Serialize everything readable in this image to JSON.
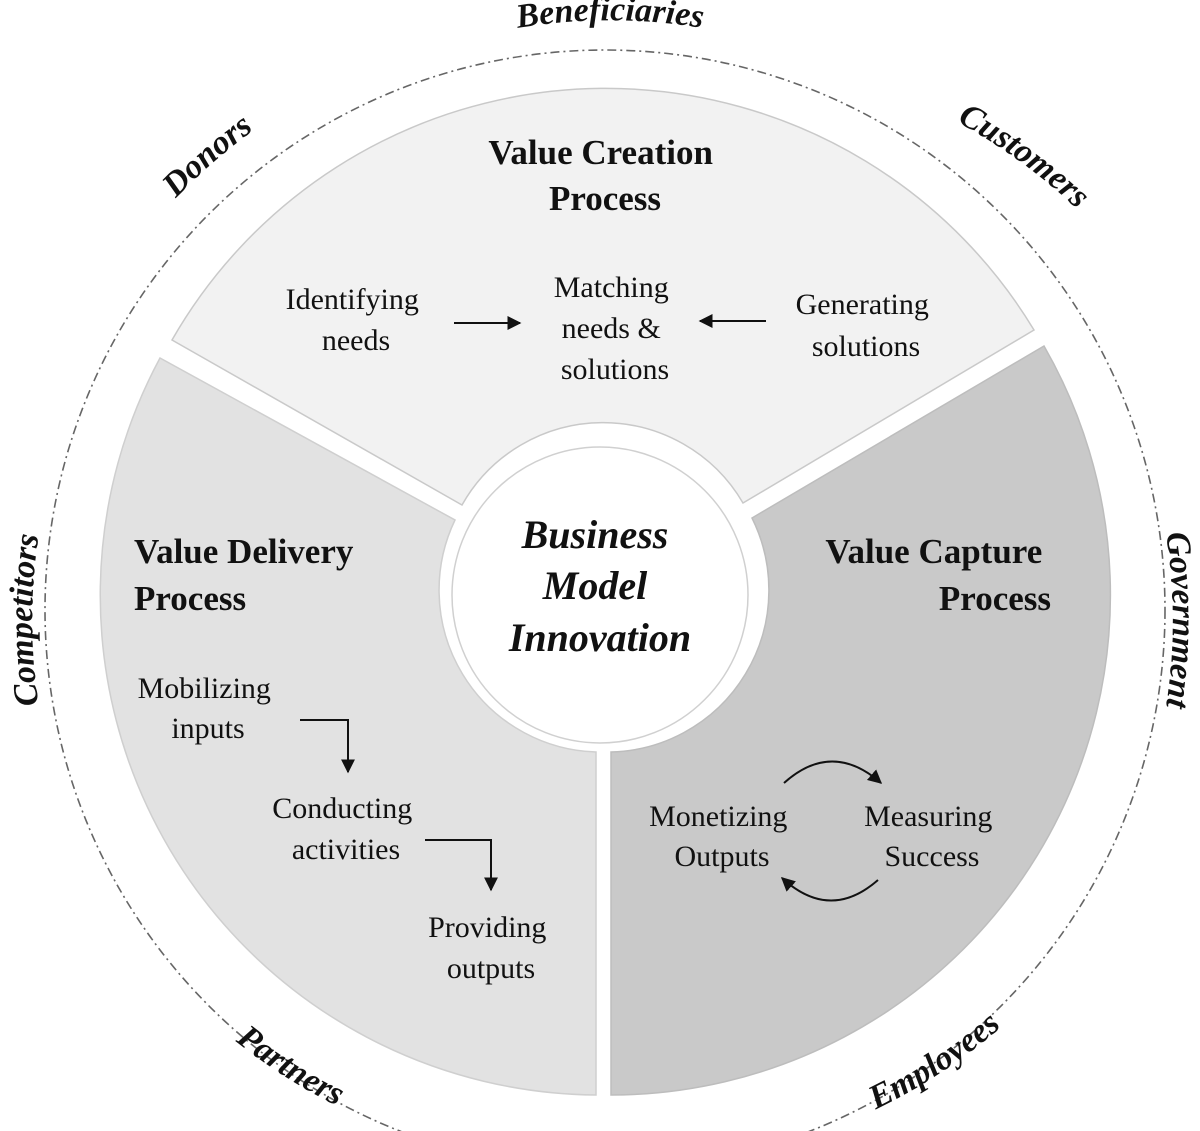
{
  "center": {
    "lines": [
      "Business",
      "Model",
      "Innovation"
    ]
  },
  "stakeholders": {
    "beneficiaries": "Beneficiaries",
    "customers": "Customers",
    "government": "Government",
    "employees": "Employees",
    "partners": "Partners",
    "competitors": "Competitors",
    "donors": "Donors"
  },
  "value_creation": {
    "title": [
      "Value Creation",
      "Process"
    ],
    "identifying": [
      "Identifying",
      "needs"
    ],
    "matching": [
      "Matching",
      "needs &",
      "solutions"
    ],
    "generating": [
      "Generating",
      "solutions"
    ]
  },
  "value_delivery": {
    "title": [
      "Value Delivery",
      "Process"
    ],
    "mobilizing": [
      "Mobilizing",
      "inputs"
    ],
    "conducting": [
      "Conducting",
      "activities"
    ],
    "providing": [
      "Providing",
      "outputs"
    ]
  },
  "value_capture": {
    "title": [
      "Value Capture",
      "Process"
    ],
    "monetizing": [
      "Monetizing",
      "Outputs"
    ],
    "measuring": [
      "Measuring",
      "Success"
    ]
  },
  "colors": {
    "creation_fill": "#f2f2f2",
    "delivery_fill": "#e2e2e2",
    "capture_fill": "#c9c9c9",
    "segment_stroke": "#bdbdbd",
    "text": "#111111"
  }
}
